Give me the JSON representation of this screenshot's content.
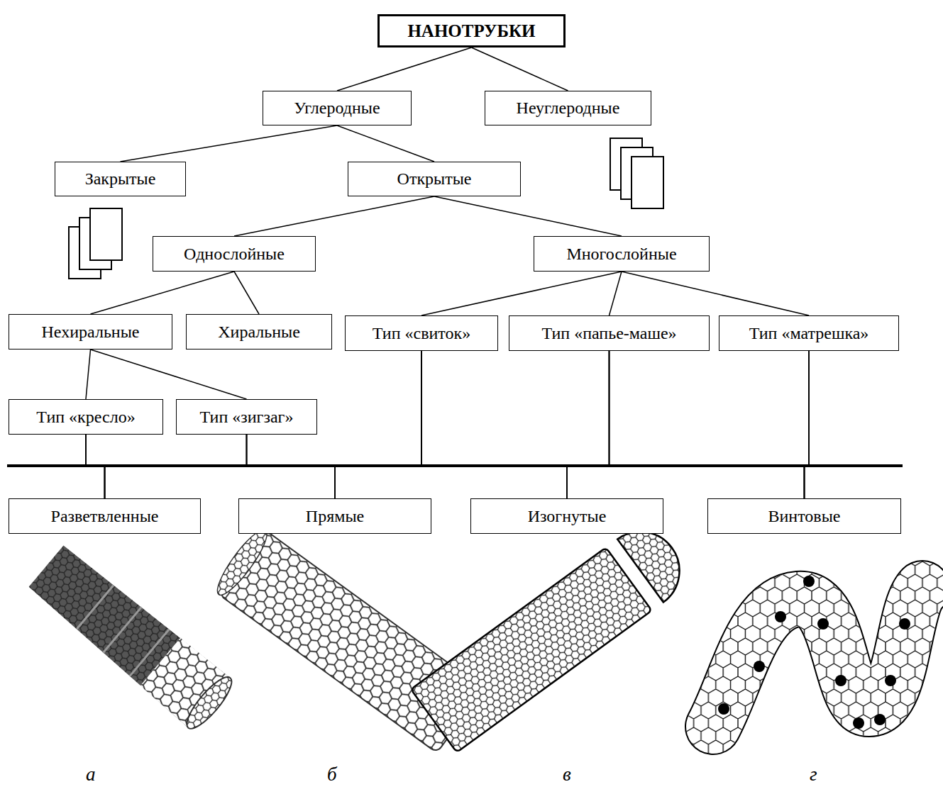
{
  "diagram": {
    "nodes": [
      {
        "text": [
          "НАНОТРУБКИ"
        ]
      },
      {
        "text": [
          "Углеродные"
        ]
      },
      {
        "text": [
          "Неуглеродные"
        ]
      },
      {
        "text": [
          "Закрытые"
        ]
      },
      {
        "text": [
          "Открытые"
        ]
      },
      {
        "text": [
          "Однослойные"
        ]
      },
      {
        "text": [
          "Многослойные"
        ]
      },
      {
        "text": [
          "Нехиральные"
        ]
      },
      {
        "text": [
          "Хиральные"
        ]
      },
      {
        "text": [
          "Тип «свиток»"
        ]
      },
      {
        "text": [
          "Тип «папье-маше»"
        ]
      },
      {
        "text": [
          "Тип «матрешка»"
        ]
      },
      {
        "text": [
          "Тип «кресло»"
        ]
      },
      {
        "text": [
          "Тип «зигзаг»"
        ]
      },
      {
        "text": [
          "Разветвленные"
        ]
      },
      {
        "text": [
          "Прямые"
        ]
      },
      {
        "text": [
          "Изогнутые"
        ]
      },
      {
        "text": [
          "Винтовые"
        ]
      }
    ],
    "edges": [
      {
        "from": 0,
        "to": 1,
        "arrow": "none"
      },
      {
        "from": 0,
        "to": 2,
        "arrow": "none"
      },
      {
        "from": 1,
        "to": 3,
        "arrow": "none"
      },
      {
        "from": 1,
        "to": 4,
        "arrow": "none"
      },
      {
        "from": 4,
        "to": 5,
        "arrow": "none"
      },
      {
        "from": 4,
        "to": 6,
        "arrow": "none"
      },
      {
        "from": 5,
        "to": 7,
        "arrow": "none"
      },
      {
        "from": 5,
        "to": 8,
        "arrow": "none"
      },
      {
        "from": 6,
        "to": 9,
        "arrow": "none"
      },
      {
        "from": 6,
        "to": 10,
        "arrow": "none"
      },
      {
        "from": 6,
        "to": 11,
        "arrow": "none"
      },
      {
        "from": 7,
        "to": 12,
        "arrow": "none"
      },
      {
        "from": 7,
        "to": 13,
        "arrow": "none"
      },
      {
        "from": 12,
        "to": 14,
        "arrow": "none"
      },
      {
        "from": 12,
        "to": 15,
        "arrow": "none"
      },
      {
        "from": 12,
        "to": 16,
        "arrow": "none"
      },
      {
        "from": 12,
        "to": 17,
        "arrow": "none"
      },
      {
        "from": 13,
        "to": 14,
        "arrow": "none"
      },
      {
        "from": 13,
        "to": 15,
        "arrow": "none"
      },
      {
        "from": 13,
        "to": 16,
        "arrow": "none"
      },
      {
        "from": 13,
        "to": 17,
        "arrow": "none"
      },
      {
        "from": 9,
        "to": 14,
        "arrow": "none"
      },
      {
        "from": 9,
        "to": 15,
        "arrow": "none"
      },
      {
        "from": 9,
        "to": 16,
        "arrow": "none"
      },
      {
        "from": 9,
        "to": 17,
        "arrow": "none"
      },
      {
        "from": 10,
        "to": 14,
        "arrow": "none"
      },
      {
        "from": 10,
        "to": 15,
        "arrow": "none"
      },
      {
        "from": 10,
        "to": 16,
        "arrow": "none"
      },
      {
        "from": 10,
        "to": 17,
        "arrow": "none"
      },
      {
        "from": 11,
        "to": 14,
        "arrow": "none"
      },
      {
        "from": 11,
        "to": 15,
        "arrow": "none"
      },
      {
        "from": 11,
        "to": 16,
        "arrow": "none"
      },
      {
        "from": 11,
        "to": 17,
        "arrow": "none"
      }
    ],
    "labels": [
      "а",
      "б",
      "в",
      "г"
    ]
  }
}
